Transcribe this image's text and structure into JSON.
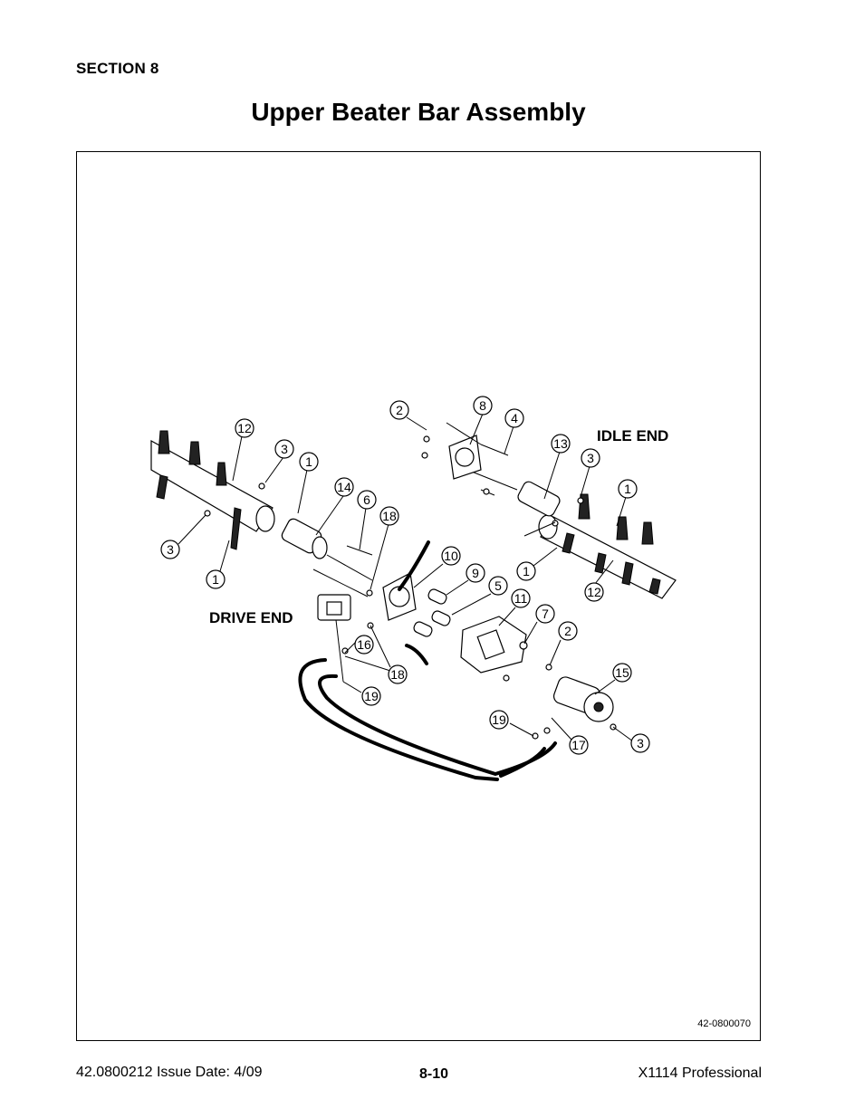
{
  "header": {
    "section": "SECTION 8",
    "title": "Upper Beater Bar Assembly"
  },
  "figure": {
    "labels": {
      "idle_end": "IDLE END",
      "drive_end": "DRIVE END"
    },
    "callouts": [
      "2",
      "8",
      "4",
      "12",
      "3",
      "1",
      "13",
      "3",
      "1",
      "14",
      "6",
      "18",
      "3",
      "1",
      "10",
      "9",
      "5",
      "11",
      "1",
      "12",
      "7",
      "2",
      "15",
      "16",
      "18",
      "19",
      "19",
      "17",
      "3"
    ],
    "figure_number": "42-0800070"
  },
  "footer": {
    "doc_info": "42.0800212  Issue Date: 4/09",
    "page_number": "8-10",
    "product": "X1114 Professional"
  }
}
